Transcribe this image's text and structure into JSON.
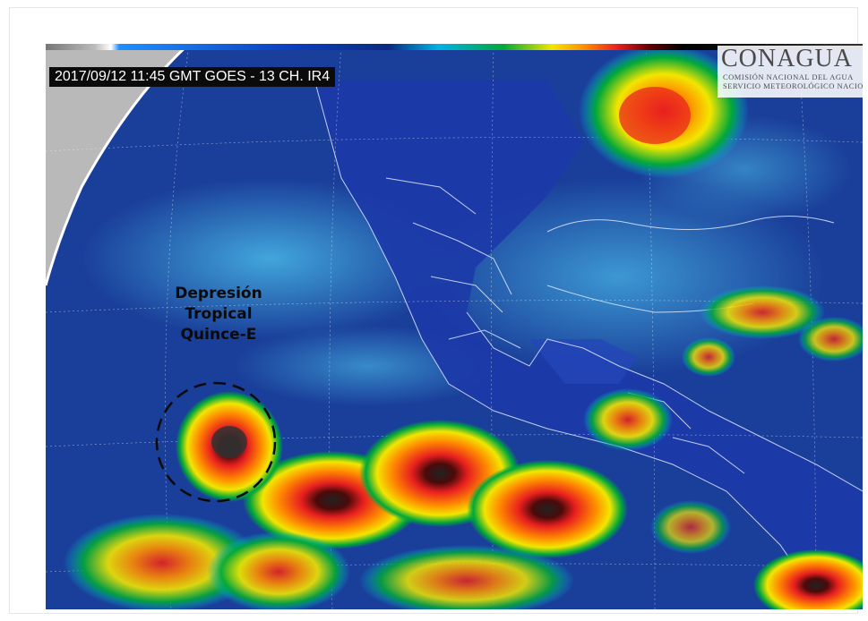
{
  "image": {
    "timestamp": "2017/09/12 11:45 GMT GOES - 13 CH. IR4",
    "logo": {
      "wordmark": "CONAGUA",
      "line1": "COMISIÓN NACIONAL DEL AGUA",
      "line2": "SERVICIO METEOROLÓGICO NACIONAL"
    },
    "annotation": {
      "line1": "Depresión",
      "line2": "Tropical",
      "line3": "Quince-E"
    }
  },
  "colors": {
    "ocean": "#1a3f9a",
    "cool": "#00b2e6",
    "cold_green": "#00a838",
    "yellow": "#f2e600",
    "orange": "#ff8c00",
    "red": "#e81f1f",
    "deep": "#111111"
  }
}
